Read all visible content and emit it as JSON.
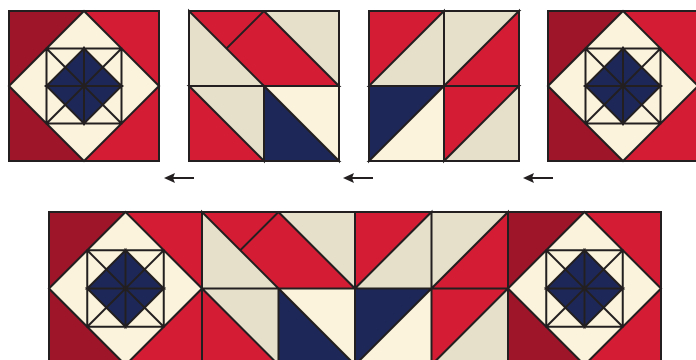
{
  "diagram": {
    "colors": {
      "red": "#d41d35",
      "dark_red": "#9e1428",
      "navy": "#1d2859",
      "cream": "#fbf3db",
      "tan": "#e6dfc9",
      "outline": "#231f20"
    },
    "arrows": [
      {
        "direction": "left",
        "icon": "left-arrow-icon"
      },
      {
        "direction": "left",
        "icon": "left-arrow-icon"
      },
      {
        "direction": "left",
        "icon": "left-arrow-icon"
      }
    ],
    "top_row_blocks": [
      "pinwheel-star-block",
      "diagonal-stripe-block",
      "diagonal-stripe-block",
      "pinwheel-star-block"
    ],
    "assembled_row": {
      "blocks": [
        "pinwheel-star-block",
        "diagonal-stripe-block",
        "diagonal-stripe-block",
        "pinwheel-star-block"
      ]
    }
  }
}
